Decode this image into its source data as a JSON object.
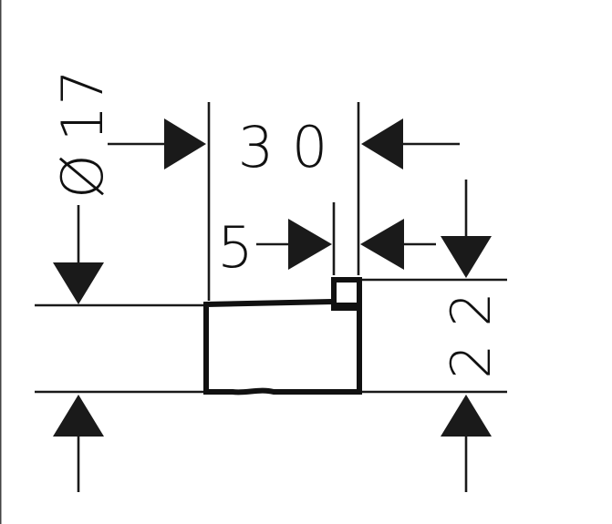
{
  "dimensions": {
    "diameter": {
      "symbol": "Ø",
      "value": "17"
    },
    "width": "3 0",
    "offset": "5",
    "height": "2 2"
  },
  "colors": {
    "line": "#1a1a1a",
    "background": "#ffffff"
  }
}
